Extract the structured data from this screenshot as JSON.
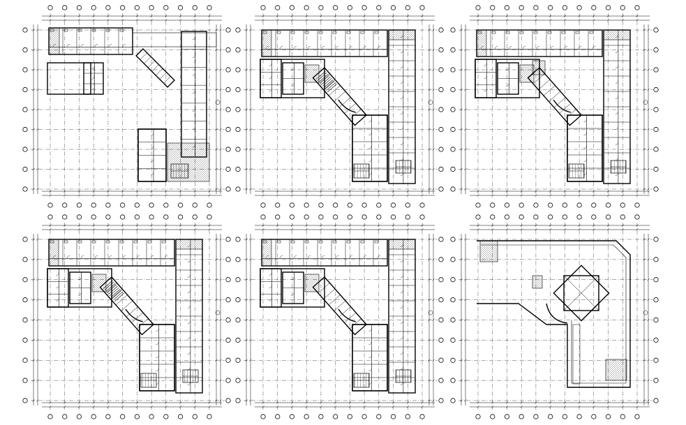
{
  "drawing": {
    "background": "#ffffff",
    "line_color": "#000000",
    "plans": [
      {
        "id": "plan-1",
        "label": "floor-plan-1",
        "variant": "ground"
      },
      {
        "id": "plan-2",
        "label": "floor-plan-2",
        "variant": "first"
      },
      {
        "id": "plan-3",
        "label": "floor-plan-3",
        "variant": "second"
      },
      {
        "id": "plan-4",
        "label": "floor-plan-4",
        "variant": "third"
      },
      {
        "id": "plan-5",
        "label": "floor-plan-5",
        "variant": "fourth"
      },
      {
        "id": "plan-6",
        "label": "floor-plan-6",
        "variant": "roof"
      }
    ]
  }
}
